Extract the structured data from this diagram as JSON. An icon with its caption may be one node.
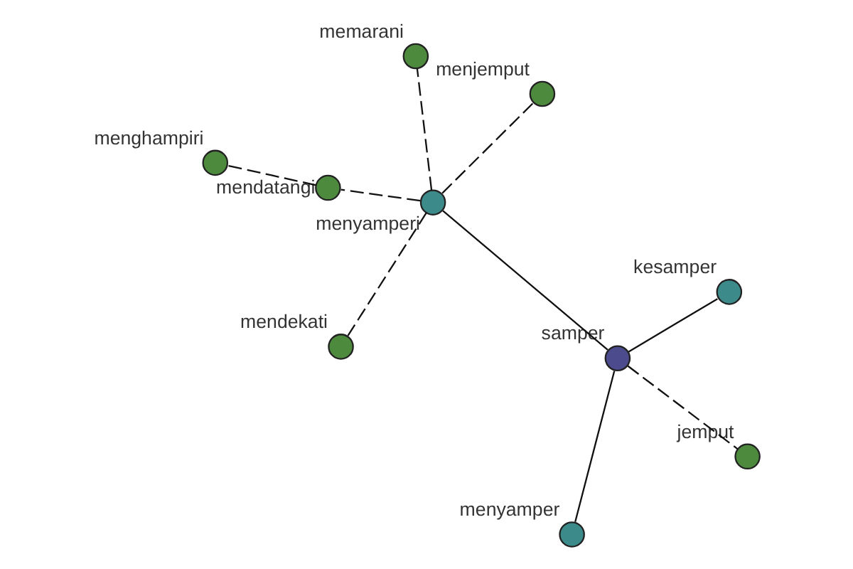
{
  "diagram": {
    "nodes": [
      {
        "text": [
          "jemput"
        ]
      },
      {
        "text": [
          "samper"
        ]
      },
      {
        "text": [
          "menyamper"
        ]
      },
      {
        "text": [
          "kesamper"
        ]
      },
      {
        "text": [
          "menjemput"
        ]
      },
      {
        "text": [
          "menyamperi"
        ]
      },
      {
        "text": [
          "memarani"
        ]
      },
      {
        "text": [
          "mendatangi"
        ]
      },
      {
        "text": [
          "menghampiri"
        ]
      },
      {
        "text": [
          "mendekati"
        ]
      }
    ],
    "edges": [
      {
        "from": 1,
        "to": 0,
        "arrow": "none",
        "style": "dashed"
      },
      {
        "from": 1,
        "to": 2,
        "arrow": "none"
      },
      {
        "from": 1,
        "to": 3,
        "arrow": "none"
      },
      {
        "from": 1,
        "to": 5,
        "arrow": "none"
      },
      {
        "from": 5,
        "to": 4,
        "arrow": "none",
        "style": "dashed"
      },
      {
        "from": 5,
        "to": 6,
        "arrow": "none",
        "style": "dashed"
      },
      {
        "from": 5,
        "to": 7,
        "arrow": "none",
        "style": "dashed"
      },
      {
        "from": 5,
        "to": 9,
        "arrow": "none",
        "style": "dashed"
      },
      {
        "from": 7,
        "to": 8,
        "arrow": "none",
        "style": "dashed"
      }
    ]
  }
}
